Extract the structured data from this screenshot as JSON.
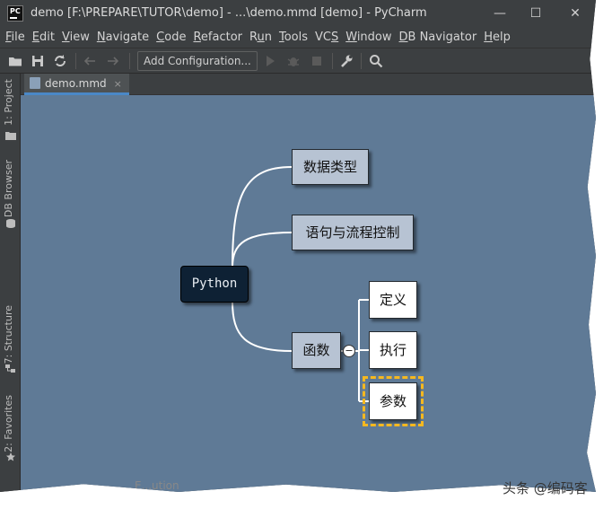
{
  "window": {
    "title": "demo [F:\\PREPARE\\TUTOR\\demo] - ...\\demo.mmd [demo] - PyCharm",
    "logo_text": "PC",
    "controls": {
      "minimize": "—",
      "maximize": "☐",
      "close": "✕"
    }
  },
  "menu": {
    "items": [
      {
        "label": "File",
        "mnemonic": "F"
      },
      {
        "label": "Edit",
        "mnemonic": "E"
      },
      {
        "label": "View",
        "mnemonic": "V"
      },
      {
        "label": "Navigate",
        "mnemonic": "N"
      },
      {
        "label": "Code",
        "mnemonic": "C"
      },
      {
        "label": "Refactor",
        "mnemonic": "R"
      },
      {
        "label": "Run",
        "mnemonic": "u"
      },
      {
        "label": "Tools",
        "mnemonic": "T"
      },
      {
        "label": "VCS",
        "mnemonic": "S"
      },
      {
        "label": "Window",
        "mnemonic": "W"
      },
      {
        "label": "DB Navigator",
        "mnemonic": "D"
      },
      {
        "label": "Help",
        "mnemonic": "H"
      }
    ]
  },
  "toolbar": {
    "add_configuration": "Add Configuration...",
    "icons": [
      "open-folder-icon",
      "save-icon",
      "sync-icon",
      "back-arrow-icon",
      "forward-arrow-icon",
      "run-icon",
      "debug-icon",
      "stop-icon",
      "wrench-icon",
      "search-icon"
    ]
  },
  "tool_windows": {
    "left": [
      {
        "label": "1: Project",
        "icon": "folder-icon"
      },
      {
        "label": "DB Browser",
        "icon": "database-icon"
      },
      {
        "label": "7: Structure",
        "icon": "structure-icon"
      },
      {
        "label": "2: Favorites",
        "icon": "star-icon"
      }
    ]
  },
  "editor": {
    "tab": {
      "label": "demo.mmd",
      "icon": "mmd-file-icon",
      "close": "×"
    }
  },
  "mindmap": {
    "root": "Python",
    "children": [
      {
        "label": "数据类型"
      },
      {
        "label": "语句与流程控制"
      },
      {
        "label": "函数",
        "collapse": "−",
        "children": [
          {
            "label": "定义"
          },
          {
            "label": "执行"
          },
          {
            "label": "参数",
            "selected": true
          }
        ]
      }
    ]
  },
  "colors": {
    "canvas_bg": "#5f7a96",
    "root_bg": "#0e2134",
    "sub_bg": "#b7c3d3",
    "leaf_bg": "#ffffff",
    "selection": "#f5b820",
    "tab_accent": "#4a88c7"
  },
  "watermark": "头条 @编码客",
  "partial_text": "E...ution"
}
